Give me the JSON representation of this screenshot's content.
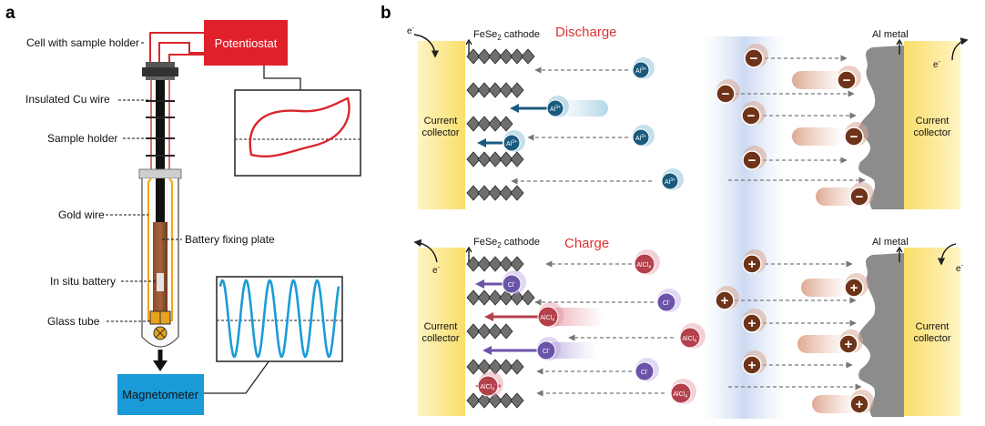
{
  "panel_a": {
    "label": "a",
    "potentiostat": "Potentiostat",
    "magnetometer": "Magnetometer",
    "labels": {
      "cell": "Cell with sample holder",
      "cu_wire": "Insulated Cu wire",
      "holder": "Sample holder",
      "gold": "Gold wire",
      "plate": "Battery fixing plate",
      "battery": "In situ battery",
      "tube": "Glass tube"
    }
  },
  "panel_b": {
    "label": "b",
    "discharge": {
      "title": "Discharge",
      "cathode": "FeSe",
      "cathode_sub": "2",
      "cathode_suffix": " cathode",
      "anode": "Al metal",
      "collector_l1": "Current",
      "collector_l2": "collector",
      "electron": "e",
      "electron_sup": "-",
      "ion": "Al",
      "ion_sup": "3+",
      "anion_sign": "−"
    },
    "charge": {
      "title": "Charge",
      "cathode": "FeSe",
      "cathode_sub": "2",
      "cathode_suffix": " cathode",
      "anode": "Al metal",
      "collector_l1": "Current",
      "collector_l2": "collector",
      "electron": "e",
      "electron_sup": "-",
      "ion_alcl": "AlCl",
      "ion_alcl_sub": "4",
      "ion_alcl_sup": "-",
      "ion_cl": "Cl",
      "ion_cl_sup": "-",
      "cation_sign": "+"
    }
  },
  "colors": {
    "potentiostat": "#e0212b",
    "magnetometer": "#1a9ad7",
    "cv_curve": "#d9262c",
    "sine": "#1b9bd6",
    "collector": "#fbe58a",
    "al_ion": "#1a5a7e",
    "alcl_ion": "#b3404b",
    "cl_ion": "#6b54a8",
    "brown_ion": "#6e3318",
    "title_red": "#e03232"
  }
}
